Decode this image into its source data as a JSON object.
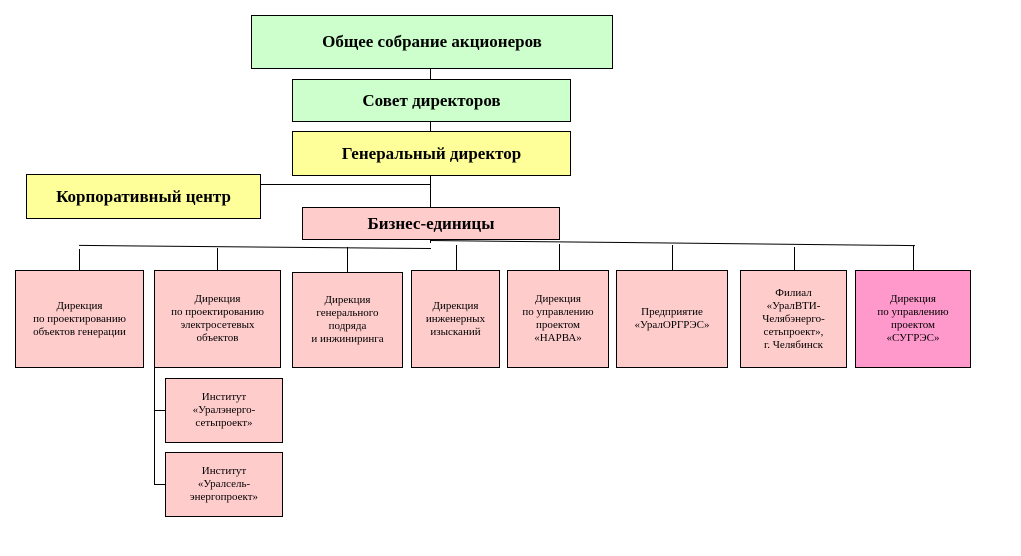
{
  "top": {
    "shareholders": "Общее собрание акционеров",
    "board": "Совет директоров",
    "ceo": "Генеральный директор",
    "corporate_center": "Корпоративный центр",
    "business_units": "Бизнес-единицы"
  },
  "units": [
    "Дирекция\nпо проектированию\nобъектов генерации",
    "Дирекция\nпо проектированию\nэлектросетевых\nобъектов",
    "Дирекция\nгенерального\nподряда\nи  инжиниринга",
    "Дирекция\nинженерных\nизысканий",
    "Дирекция\nпо управлению\nпроектом\n«НАРВА»",
    "Предприятие\n«УралОРГРЭС»",
    "Филиал\n«УралВТИ-\nЧелябэнерго-\nсетьпроект»,\nг. Челябинск",
    "Дирекция\nпо управлению\nпроектом\n«СУГРЭС»"
  ],
  "institutes": [
    "Институт\n«Уралэнерго-\nсетьпроект»",
    "Институт\n«Уралсель-\nэнергопроект»"
  ],
  "colors": {
    "green": "#ccffcc",
    "yellow": "#ffff99",
    "pink": "#ffcccc",
    "magenta": "#ff99cc"
  }
}
